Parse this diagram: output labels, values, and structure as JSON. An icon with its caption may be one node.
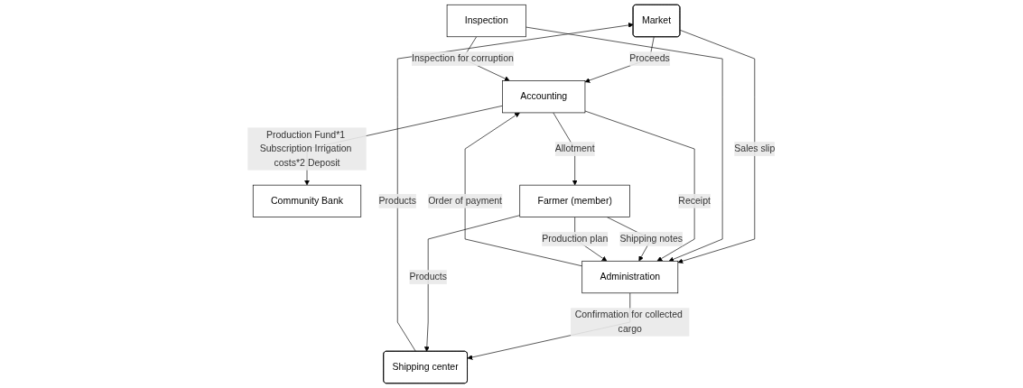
{
  "diagram": {
    "nodes": [
      {
        "text": [
          "Market"
        ]
      },
      {
        "text": [
          "Inspection"
        ]
      },
      {
        "text": [
          "Shipping center"
        ]
      },
      {
        "text": [
          "Administration"
        ]
      },
      {
        "text": [
          "Accounting"
        ]
      },
      {
        "text": [
          "Community Bank"
        ]
      },
      {
        "text": [
          "Farmer (member)"
        ]
      }
    ],
    "edges": [
      {
        "from": 2,
        "to": 0,
        "arrow": "to",
        "label": "Products"
      },
      {
        "from": 0,
        "to": 4,
        "arrow": "to",
        "label": "Proceeds"
      },
      {
        "from": 0,
        "to": 3,
        "arrow": "to",
        "label": "Sales slip"
      },
      {
        "from": 1,
        "to": 3,
        "arrow": "to"
      },
      {
        "from": 1,
        "to": 4,
        "arrow": "to",
        "label": "Inspection for corruption"
      },
      {
        "from": 3,
        "to": 2,
        "arrow": "to",
        "label": "Confirmation for collected cargo"
      },
      {
        "from": 4,
        "to": 3,
        "arrow": "to",
        "label": "Receipt"
      },
      {
        "from": 3,
        "to": 4,
        "arrow": "to",
        "label": "Order of payment"
      },
      {
        "from": 6,
        "to": 3,
        "arrow": "to",
        "label": "Shipping notes"
      },
      {
        "from": 6,
        "to": 3,
        "arrow": "to",
        "label": "Production plan"
      },
      {
        "from": 6,
        "to": 2,
        "arrow": "to",
        "label": "Products"
      },
      {
        "from": 4,
        "to": 6,
        "arrow": "to",
        "label": "Allotment"
      },
      {
        "from": 4,
        "to": 5,
        "arrow": "to",
        "label": "Production Fund*1 Subscription Irrigation costs*2 Deposit"
      }
    ]
  }
}
